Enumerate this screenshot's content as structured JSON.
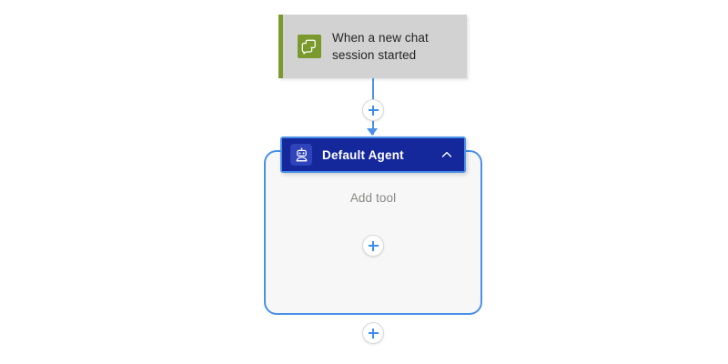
{
  "canvas": {
    "background_color": "#ffffff"
  },
  "trigger": {
    "title": "When a new chat session started",
    "icon": "chat-bubbles-icon",
    "accent_color": "#7a9a2e",
    "background_color": "#d2d2d2"
  },
  "connector": {
    "color": "#4a90e8",
    "add_step_top_label": "+",
    "add_step_bottom_label": "+"
  },
  "agent": {
    "title": "Default Agent",
    "icon": "robot-icon",
    "header_color": "#14279b",
    "border_color": "#4a90e8",
    "collapse_icon": "chevron-up-icon",
    "body": {
      "add_tool_label": "Add tool",
      "add_tool_button_label": "+"
    }
  }
}
